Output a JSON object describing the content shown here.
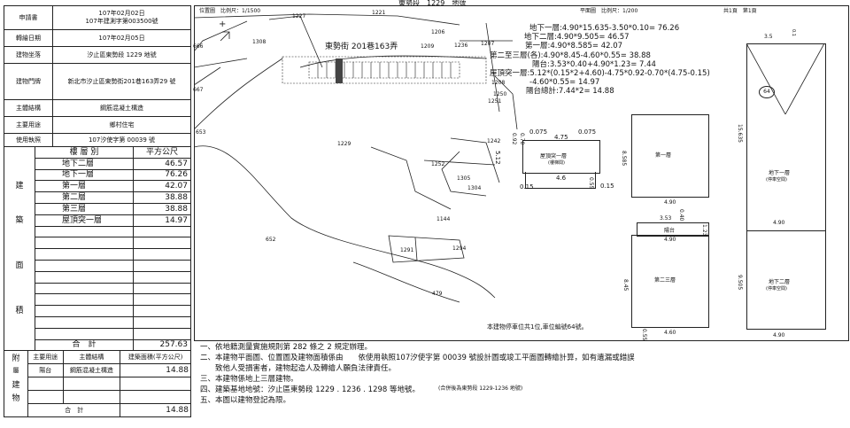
{
  "left_table": {
    "rows": [
      {
        "label": "申請書",
        "value": "107年02月02日\n107年建測字第003500號"
      },
      {
        "label": "轉繪日期",
        "value": "107年02月05日"
      },
      {
        "label": "建物坐落",
        "value": "汐止區東勢段 1229 地號"
      },
      {
        "label": "建物門牌",
        "value": "新北市汐止區東勢街201巷163弄29 號"
      },
      {
        "label": "主體結構",
        "value": "鋼筋混凝土構造"
      },
      {
        "label": "主要用途",
        "value": "鄉村住宅"
      },
      {
        "label": "使用執照",
        "value": "107汐使字第 00039 號"
      }
    ]
  },
  "area_table": {
    "category_chars": [
      "建",
      "築",
      "面",
      "積"
    ],
    "col_floor": "樓 層 別",
    "col_area": "平方公尺",
    "floors": [
      {
        "name": "地下二層",
        "area": "46.57"
      },
      {
        "name": "地下一層",
        "area": "76.26"
      },
      {
        "name": "第一層",
        "area": "42.07"
      },
      {
        "name": "第二層",
        "area": "38.88"
      },
      {
        "name": "第三層",
        "area": "38.88"
      },
      {
        "name": "屋頂突一層",
        "area": "14.97"
      }
    ],
    "total_label": "合　計",
    "total": "257.63"
  },
  "attach_table": {
    "category_chars": [
      "附",
      "屬",
      "建",
      "物"
    ],
    "headers": [
      "主要用途",
      "主體結構",
      "建築面積(平方公尺)"
    ],
    "rows": [
      {
        "use": "陽台",
        "structure": "鋼筋混凝土構造",
        "area": "14.88"
      }
    ],
    "total_label": "合　計",
    "total": "14.88"
  },
  "header": {
    "location_label": "位置圖　比例尺：1/1500",
    "section_label": "東勢段　1229　地號",
    "plan_label": "平面圖　比例尺：1/200",
    "pages": "共1頁　第1頁"
  },
  "site_map": {
    "street": "東勢街 201巷163弄",
    "parcels": [
      "1227",
      "1221",
      "1308",
      "1206",
      "1209",
      "1236",
      "1207",
      "666",
      "667",
      "1208",
      "1250",
      "1251",
      "653",
      "1229",
      "1242",
      "1252",
      "1305",
      "1304",
      "1144",
      "652",
      "1291",
      "1294",
      "479"
    ]
  },
  "calculations": [
    "地下一層:4.90*15.635-3.50*0.10= 76.26",
    "地下二層:4.90*9.505= 46.57",
    "第一層:4.90*8.585= 42.07",
    "第二至三層(各):4.90*8.45-4.60*0.55= 38.88",
    "陽台:3.53*0.40+4.90*1.23= 7.44",
    "屋頂突一層:5.12*(0.15*2+4.60)-4.75*0.92-0.70*(4.75-0.15)",
    "-4.60*0.55= 14.97",
    "陽台總計:7.44*2= 14.88"
  ],
  "plans": {
    "roof": {
      "label": "屋頂突一層",
      "sub": "(樓梯間)",
      "dims": [
        "0.075",
        "4.75",
        "0.075",
        "0.70",
        "0.92",
        "5.12",
        "4.6",
        "0.15",
        "0.15",
        "0.55"
      ]
    },
    "first": {
      "label": "第一層",
      "dims": [
        "8.585",
        "4.90"
      ]
    },
    "second_third": {
      "label": "第二三層",
      "dims": [
        "3.53",
        "0.40",
        "陽台",
        "1.23",
        "4.90",
        "8.45",
        "4.60",
        "0.55"
      ]
    },
    "basement": {
      "label1": "地下一層",
      "sub1": "(停車空間)",
      "label2": "地下二層",
      "sub2": "(停車空間)",
      "dims": [
        "3.5",
        "0.1",
        "15.635",
        "4.90",
        "9.505",
        "4.90"
      ],
      "circle": "64"
    },
    "parking_note": "本建物停車位共1位,車位編號64號。"
  },
  "notes": [
    "一、依地籍測量實施規則第 282 條之 2 規定辦理。",
    "二、本建物平面圖、位置圖及建物面積係由　　依使用執照107汐使字第 00039 號設計圖或竣工平面圖轉繪計算，如有遺漏或錯誤",
    "　　致他人受損害者，建物起造人及轉繪人願負法律責任。",
    "三、本建物係地上三層建物。",
    "四、建築基地地號：汐止區東勢段 1229 . 1236 . 1298 等地號。",
    "五、本圖以建物登記為限。"
  ],
  "note_extra": "(合併後為東勢段 1229-1236 地號)"
}
